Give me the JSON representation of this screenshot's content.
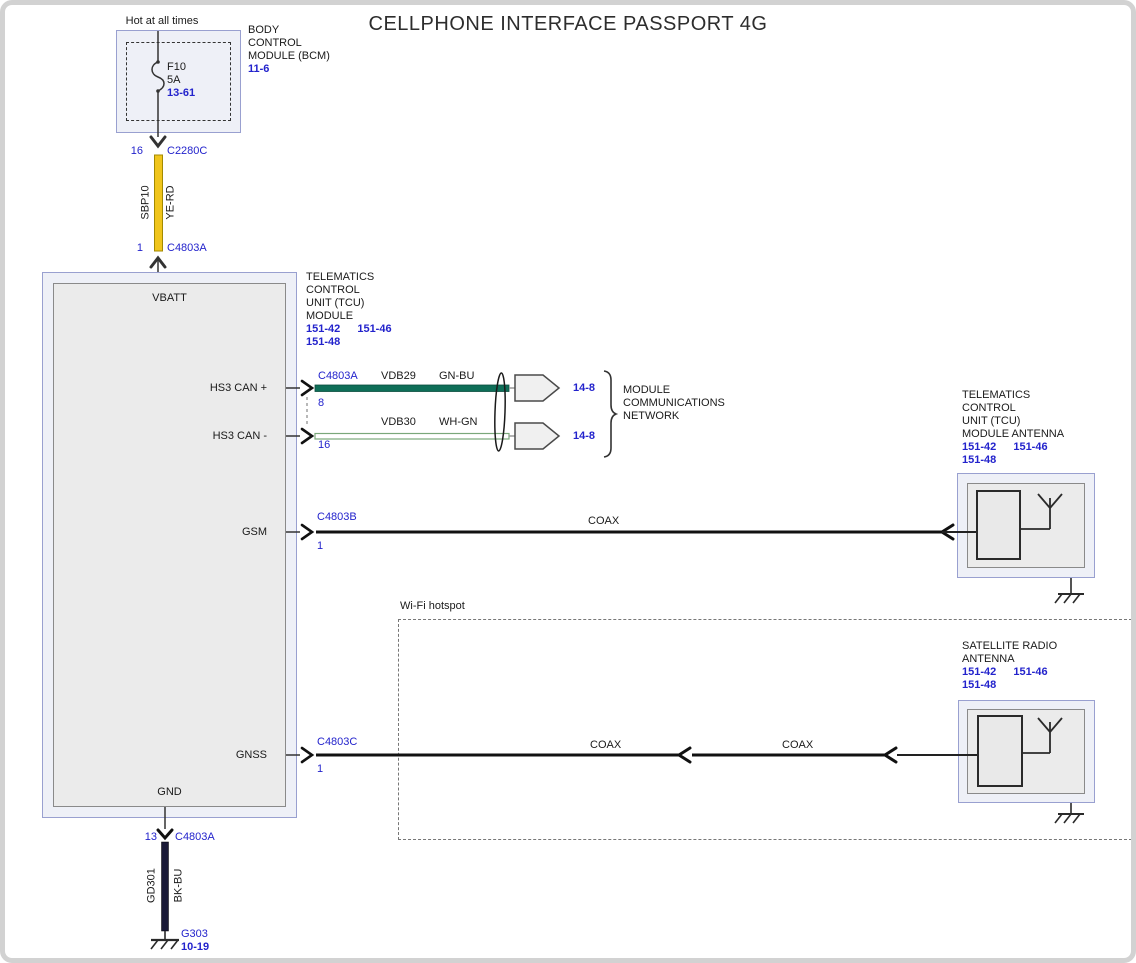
{
  "title": "CELLPHONE INTERFACE PASSPORT 4G",
  "colors": {
    "link_blue": "#2323cc",
    "box_border_blue": "#99a0d0",
    "wire_yellow": "#f0c51c",
    "wire_green": "#0e6e58",
    "wire_white": "#ffffff",
    "wire_white_green_edge": "#7aa87a",
    "wire_navy": "#191936",
    "wire_coax_black": "#111111"
  },
  "bcm": {
    "hot_label": "Hot at all times",
    "fuse": {
      "name": "F10",
      "rating": "5A",
      "page": "13-61"
    },
    "name_lines": [
      "BODY",
      "CONTROL",
      "MODULE (BCM)"
    ],
    "page": "11-6"
  },
  "battery_feed": {
    "pin_top": "16",
    "connector_top": "C2280C",
    "circuit": "SBP10",
    "color_code": "YE-RD",
    "pin_bottom": "1",
    "connector_bottom": "C4803A"
  },
  "tcu": {
    "name_lines": [
      "TELEMATICS",
      "CONTROL",
      "UNIT (TCU)",
      "MODULE"
    ],
    "pages": [
      "151-42",
      "151-46",
      "151-48"
    ],
    "pin_vbatt": "VBATT",
    "pin_can_high": "HS3 CAN +",
    "pin_can_low": "HS3 CAN -",
    "pin_gsm": "GSM",
    "pin_gnss": "GNSS",
    "pin_gnd": "GND"
  },
  "can_bus": {
    "connector": "C4803A",
    "high": {
      "pin": "8",
      "circuit": "VDB29",
      "color_code": "GN-BU",
      "dest_page": "14-8"
    },
    "low": {
      "pin": "16",
      "circuit": "VDB30",
      "color_code": "WH-GN",
      "dest_page": "14-8"
    },
    "network_lines": [
      "MODULE",
      "COMMUNICATIONS",
      "NETWORK"
    ]
  },
  "gsm_feed": {
    "connector": "C4803B",
    "pin": "1",
    "cable": "COAX"
  },
  "gnss_feed": {
    "connector": "C4803C",
    "pin": "1",
    "cable1": "COAX",
    "cable2": "COAX"
  },
  "tcu_antenna": {
    "name_lines": [
      "TELEMATICS",
      "CONTROL",
      "UNIT (TCU)",
      "MODULE ANTENNA"
    ],
    "pages": [
      "151-42",
      "151-46",
      "151-48"
    ]
  },
  "wifi_zone": {
    "label": "Wi-Fi hotspot"
  },
  "sat_antenna": {
    "name_lines": [
      "SATELLITE RADIO",
      "ANTENNA"
    ],
    "pages": [
      "151-42",
      "151-46",
      "151-48"
    ]
  },
  "ground_circuit": {
    "pin": "13",
    "connector": "C4803A",
    "circuit": "GD301",
    "color_code": "BK-BU",
    "ground_id": "G303",
    "ground_page": "10-19"
  }
}
